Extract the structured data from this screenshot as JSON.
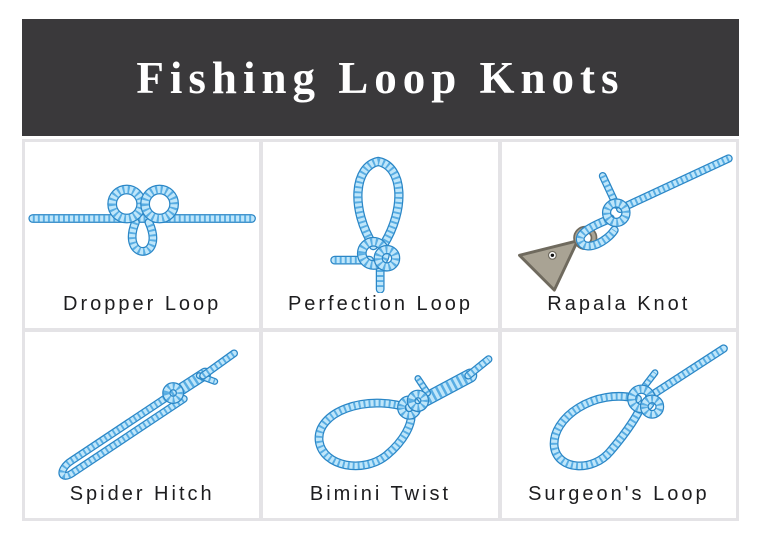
{
  "title": "Fishing Loop Knots",
  "theme": {
    "header_background": "#3a393b",
    "title_color": "#ffffff",
    "grid_line_color": "#e4e3e6",
    "cell_background": "#ffffff",
    "label_color": "#1d1d1f",
    "rope_outline": "#2a86c6",
    "rope_body": "#bfe6fa",
    "rope_band": "#3f9fdd",
    "lure_body": "#a9a394",
    "lure_outline": "#6f6a5e",
    "lure_ring": "#8f8a7a",
    "lure_eye": "#111111"
  },
  "knots": [
    {
      "id": "dropper-loop",
      "label": "Dropper Loop"
    },
    {
      "id": "perfection-loop",
      "label": "Perfection Loop"
    },
    {
      "id": "rapala-knot",
      "label": "Rapala Knot"
    },
    {
      "id": "spider-hitch",
      "label": "Spider Hitch"
    },
    {
      "id": "bimini-twist",
      "label": "Bimini Twist"
    },
    {
      "id": "surgeons-loop",
      "label": "Surgeon's Loop"
    }
  ]
}
